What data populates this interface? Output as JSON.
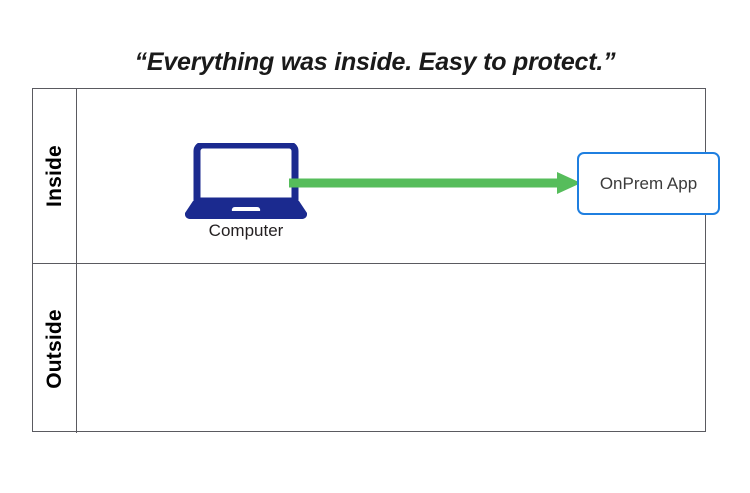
{
  "title": "“Everything was inside. Easy to protect.”",
  "zones": [
    {
      "id": "inside",
      "label": "Inside"
    },
    {
      "id": "outside",
      "label": "Outside"
    }
  ],
  "nodes": {
    "computer": {
      "label": "Computer",
      "icon": "laptop-icon",
      "icon_color": "#1B2A8F"
    },
    "onprem_app": {
      "label": "OnPrem App",
      "border_color": "#1F7FE0",
      "text_color": "#3B3B3B"
    }
  },
  "connections": [
    {
      "id": "computer-to-onprem",
      "from": "computer",
      "to": "onprem_app",
      "color": "#56BD5B",
      "direction": "right"
    }
  ],
  "colors": {
    "frame": "#5A5A60",
    "laptop_blue": "#1B2A8F",
    "app_blue": "#1F7FE0",
    "arrow_green": "#56BD5B",
    "background": "#FFFFFF"
  }
}
